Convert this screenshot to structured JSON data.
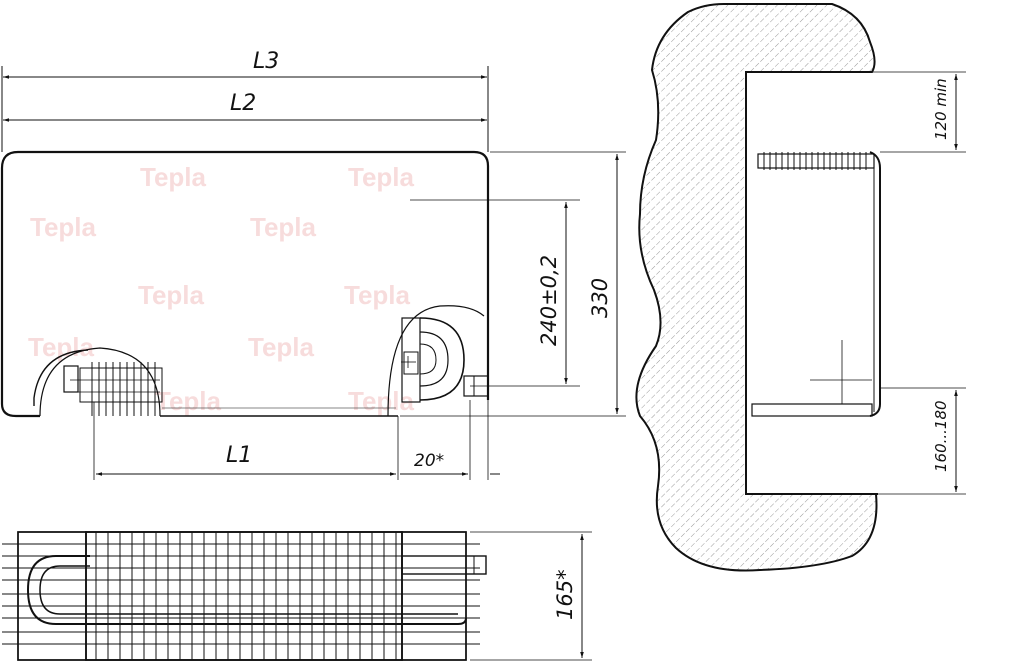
{
  "drawing": {
    "watermark": "Tepla",
    "front_view": {
      "dim_L3": "L3",
      "dim_L2": "L2",
      "dim_L1": "L1",
      "dim_20": "20*",
      "dim_240": "240±0,2",
      "dim_330": "330"
    },
    "top_view": {
      "dim_165": "165*"
    },
    "side_section": {
      "dim_120": "120 min",
      "dim_160_180": "160...180"
    }
  },
  "colors": {
    "line": "#111111",
    "hatch": "#888888",
    "watermark": "#f2c0c0"
  }
}
